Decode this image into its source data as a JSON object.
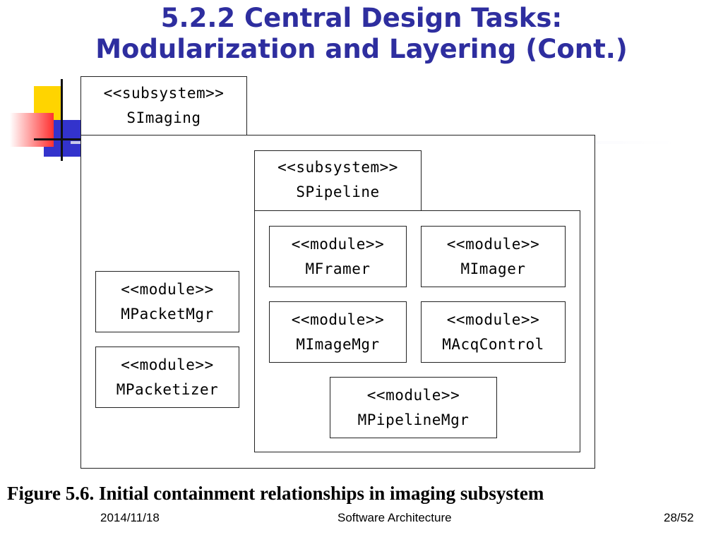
{
  "slide": {
    "title_line1": "5.2.2 Central Design Tasks:",
    "title_line2": "Modularization and Layering (Cont.)"
  },
  "diagram": {
    "outer": {
      "stereotype": "<<subsystem>>",
      "name": "SImaging"
    },
    "inner": {
      "stereotype": "<<subsystem>>",
      "name": "SPipeline"
    },
    "modules": [
      {
        "stereotype": "<<module>>",
        "name": "MPacketMgr"
      },
      {
        "stereotype": "<<module>>",
        "name": "MPacketizer"
      },
      {
        "stereotype": "<<module>>",
        "name": "MFramer"
      },
      {
        "stereotype": "<<module>>",
        "name": "MImager"
      },
      {
        "stereotype": "<<module>>",
        "name": "MImageMgr"
      },
      {
        "stereotype": "<<module>>",
        "name": "MAcqControl"
      },
      {
        "stereotype": "<<module>>",
        "name": "MPipelineMgr"
      }
    ]
  },
  "caption": "Figure 5.6. Initial containment relationships in imaging subsystem",
  "footer": {
    "date": "2014/11/18",
    "center": "Software Architecture",
    "page": "28/52"
  },
  "colors": {
    "title": "#2e2e9f",
    "deco_yellow": "#ffd400",
    "deco_blue": "#3333cc",
    "deco_red": "#ff3030"
  }
}
